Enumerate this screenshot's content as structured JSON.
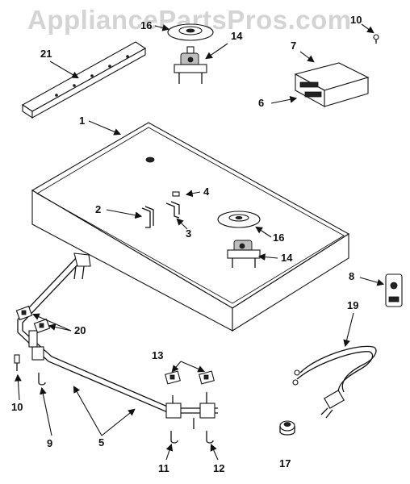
{
  "watermark": "AppliancePartsPros.com",
  "callouts": {
    "c1": "1",
    "c2": "2",
    "c3": "3",
    "c4": "4",
    "c5": "5",
    "c6": "6",
    "c7": "7",
    "c8": "8",
    "c9": "9",
    "c10a": "10",
    "c10b": "10",
    "c11": "11",
    "c12": "12",
    "c13": "13",
    "c14a": "14",
    "c14b": "14",
    "c16a": "16",
    "c16b": "16",
    "c17": "17",
    "c19": "19",
    "c20": "20",
    "c21": "21"
  }
}
